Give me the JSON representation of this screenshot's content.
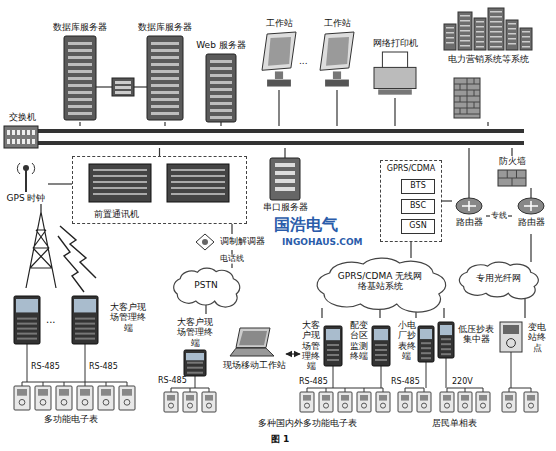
{
  "diagram": {
    "caption": "图 1",
    "nodes": [
      {
        "text": [
          "数据库服务器"
        ]
      },
      {
        "text": [
          "数据库服务器"
        ]
      },
      {
        "text": [
          "Web 服务器"
        ]
      },
      {
        "text": [
          "工作站"
        ]
      },
      {
        "text": [
          "工作站"
        ]
      },
      {
        "text": [
          "网络打印机"
        ]
      },
      {
        "text": [
          "电力营销系统等系统"
        ]
      },
      {
        "text": [
          "交换机"
        ]
      },
      {
        "text": [
          "GPS 时钟"
        ]
      },
      {
        "text": [
          "前置通讯机"
        ]
      },
      {
        "text": [
          "防火墙"
        ]
      },
      {
        "text": [
          "串口服务器"
        ]
      },
      {
        "text": [
          "GPRS/CDMA"
        ]
      },
      {
        "text": [
          "BTS"
        ],
        "in": 12
      },
      {
        "text": [
          "BSC"
        ],
        "in": 12
      },
      {
        "text": [
          "GSN"
        ],
        "in": 12
      },
      {
        "text": [
          "路由器"
        ]
      },
      {
        "text": [
          "路由器"
        ]
      },
      {
        "text": [
          "调制解调器"
        ]
      },
      {
        "text": [
          "PSTN"
        ]
      },
      {
        "text": [
          "GPRS/CDMA 无线网络基站系统"
        ]
      },
      {
        "text": [
          "专用光纤网"
        ]
      },
      {
        "text": [
          "大客户现场管理终端"
        ]
      },
      {
        "text": [
          "大客户现场管理终端"
        ]
      },
      {
        "text": [
          "现场移动工作站"
        ]
      },
      {
        "text": [
          "大客户现场管理终端"
        ]
      },
      {
        "text": [
          "配变台区监测终端"
        ]
      },
      {
        "text": [
          "小电厂抄表终端"
        ]
      },
      {
        "text": [
          "低压抄表集中器"
        ]
      },
      {
        "text": [
          "变电站终点"
        ]
      }
    ],
    "edges": [
      {
        "from": 0,
        "to": 7,
        "arrow": "none"
      },
      {
        "from": 1,
        "to": 7,
        "arrow": "none"
      },
      {
        "from": 2,
        "to": 7,
        "arrow": "none"
      },
      {
        "from": 3,
        "to": 7,
        "arrow": "none"
      },
      {
        "from": 4,
        "to": 7,
        "arrow": "none"
      },
      {
        "from": 5,
        "to": 7,
        "arrow": "none"
      },
      {
        "from": 6,
        "to": 7,
        "arrow": "none"
      },
      {
        "from": 8,
        "to": 9,
        "arrow": "none"
      },
      {
        "from": 9,
        "to": 7,
        "arrow": "none"
      },
      {
        "from": 11,
        "to": 7,
        "arrow": "none"
      },
      {
        "from": 16,
        "to": 7,
        "arrow": "none"
      },
      {
        "from": 10,
        "to": 7,
        "arrow": "none"
      },
      {
        "from": 12,
        "to": 16,
        "arrow": "none"
      },
      {
        "from": 16,
        "to": 17,
        "label": "专线",
        "arrow": "none"
      },
      {
        "from": 17,
        "to": 10,
        "arrow": "none"
      },
      {
        "from": 9,
        "to": 18,
        "arrow": "none"
      },
      {
        "from": 18,
        "to": 19,
        "label": "电话线",
        "arrow": "none"
      },
      {
        "from": 19,
        "to": 23,
        "arrow": "none"
      },
      {
        "from": 12,
        "to": 20,
        "arrow": "none"
      },
      {
        "from": 20,
        "to": 25,
        "arrow": "none"
      },
      {
        "from": 20,
        "to": 26,
        "arrow": "none"
      },
      {
        "from": 20,
        "to": 27,
        "arrow": "none"
      },
      {
        "from": 20,
        "to": 28,
        "arrow": "none"
      },
      {
        "from": 17,
        "to": 21,
        "arrow": "none"
      },
      {
        "from": 21,
        "to": 29,
        "arrow": "none"
      },
      {
        "from": 24,
        "to": 25,
        "arrow": "both"
      }
    ],
    "labels": [
      "...",
      "...",
      "RS-485",
      "RS-485",
      "多功能电子表",
      "RS-485",
      "RS-485",
      "RS-485",
      "220V",
      "多种国内外多功能电子表",
      "居民单相表",
      "国浩电气",
      "INGOHAUS.COM"
    ]
  }
}
